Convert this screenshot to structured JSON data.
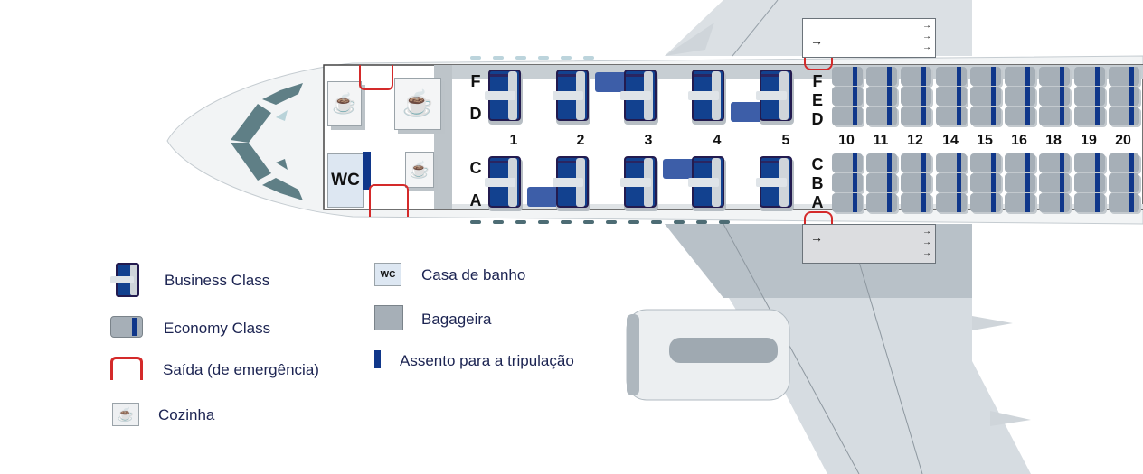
{
  "aircraft": {
    "business": {
      "label_top": [
        "F",
        "D"
      ],
      "label_bottom": [
        "C",
        "A"
      ],
      "rows": [
        "1",
        "2",
        "3",
        "4",
        "5"
      ]
    },
    "economy": {
      "label_top": [
        "F",
        "E",
        "D"
      ],
      "label_bottom": [
        "C",
        "B",
        "A"
      ],
      "rows": [
        "10",
        "11",
        "12",
        "14",
        "15",
        "16",
        "18",
        "19",
        "20"
      ]
    },
    "wc_label": "WC",
    "galley_icon": "coffee-cup-icon",
    "door_arrow": "→"
  },
  "legend": {
    "items": [
      {
        "icon": "business-seat-icon",
        "label": "Business Class"
      },
      {
        "icon": "economy-seat-icon",
        "label": "Economy Class"
      },
      {
        "icon": "exit-icon",
        "label": "Saída (de emergência)"
      },
      {
        "icon": "galley-icon",
        "label": "Cozinha"
      },
      {
        "icon": "wc-icon",
        "icon_text": "WC",
        "label": "Casa de banho"
      },
      {
        "icon": "luggage-icon",
        "label": "Bagageira"
      },
      {
        "icon": "crew-seat-icon",
        "label": "Assento para a tripulação"
      }
    ]
  },
  "colors": {
    "business_seat": "#12418f",
    "economy_seat": "#a6afb7",
    "crew_seat": "#10378a",
    "exit": "#d42a2a",
    "legend_text": "#1c2452"
  }
}
